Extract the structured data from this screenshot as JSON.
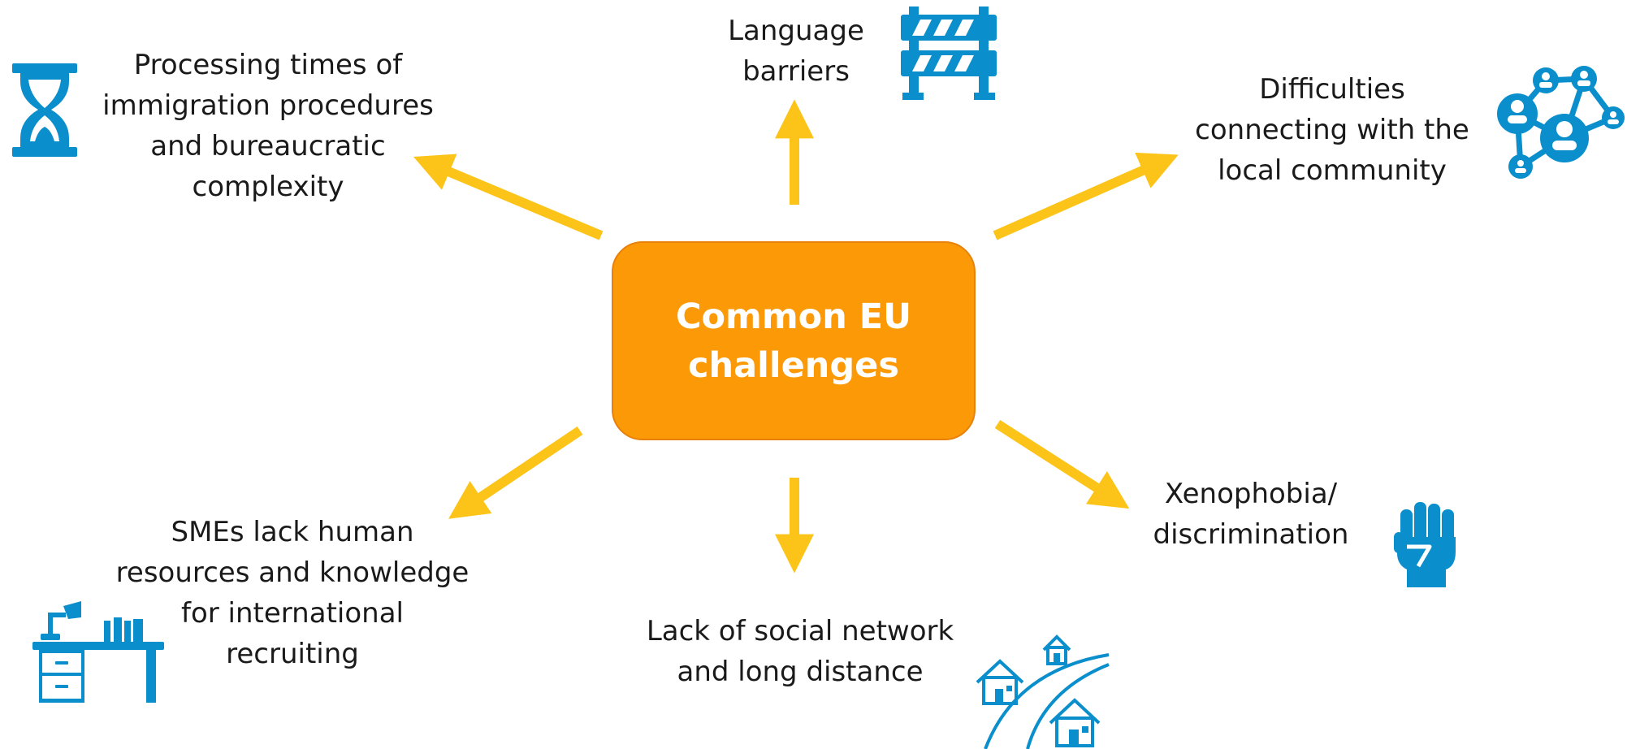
{
  "center": {
    "title": "Common EU\nchallenges"
  },
  "challenges": [
    {
      "id": "language",
      "label": "Language\nbarriers",
      "icon": "barrier-icon"
    },
    {
      "id": "processing",
      "label": "Processing times of\nimmigration procedures\nand bureaucratic\ncomplexity",
      "icon": "hourglass-icon"
    },
    {
      "id": "community",
      "label": "Difficulties\nconnecting with the\nlocal community",
      "icon": "network-people-icon"
    },
    {
      "id": "smes",
      "label": "SMEs lack human\nresources and knowledge\nfor international\nrecruiting",
      "icon": "desk-lamp-icon"
    },
    {
      "id": "social",
      "label": "Lack of social network\nand long distance",
      "icon": "houses-road-icon"
    },
    {
      "id": "xenophobia",
      "label": "Xenophobia/\ndiscrimination",
      "icon": "fist-icon"
    }
  ],
  "colors": {
    "arrow": "#fcc419",
    "center_fill": "#fb9a06",
    "icon": "#0a8fcc"
  }
}
